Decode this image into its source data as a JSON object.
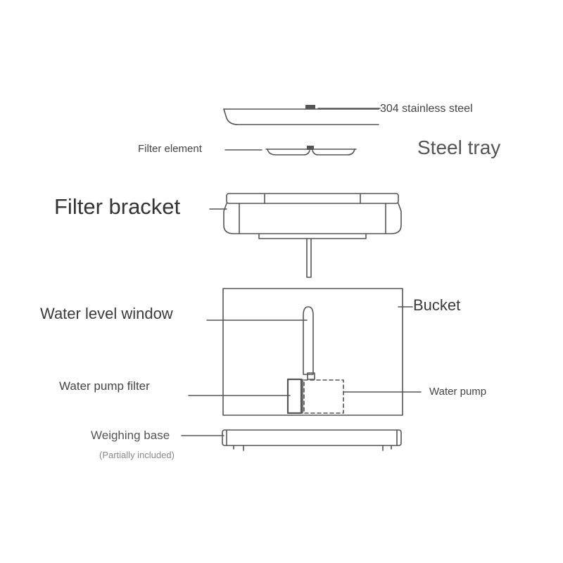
{
  "labels": {
    "stainless": "304 stainless steel",
    "filter_element": "Filter element",
    "steel_tray": "Steel tray",
    "filter_bracket": "Filter bracket",
    "water_level_window": "Water level window",
    "bucket": "Bucket",
    "water_pump_filter": "Water pump filter",
    "water_pump": "Water pump",
    "weighing_base": "Weighing base",
    "partially_included": "(Partially included)"
  },
  "colors": {
    "line": "#555555",
    "text": "#444444"
  }
}
